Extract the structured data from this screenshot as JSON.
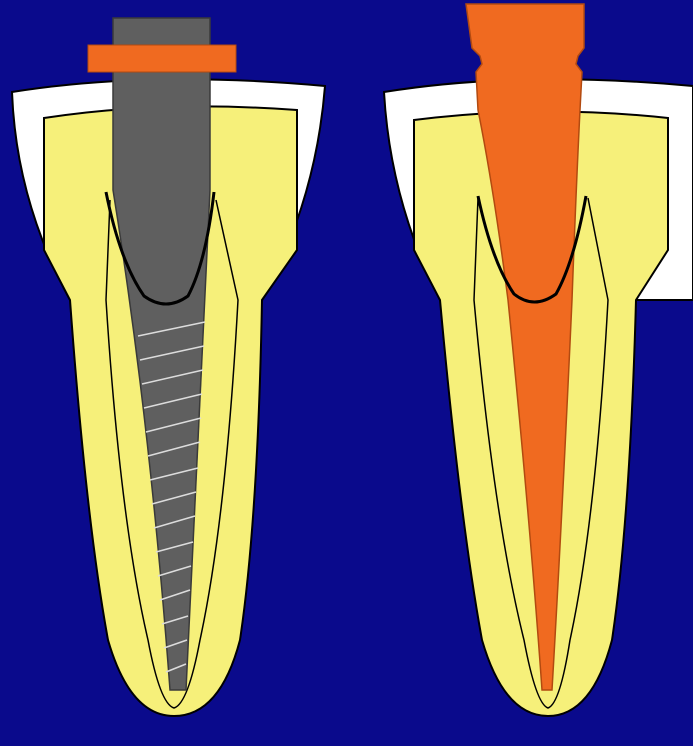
{
  "colors": {
    "background": "#0a0a8c",
    "white_frame": "#ffffff",
    "root_yellow": "#f6f07a",
    "outline": "#000000",
    "post_gray": "#5f5f5f",
    "orange": "#f06a20",
    "thread_line": "#dcdcdc"
  },
  "figures": [
    {
      "name": "tooth-with-threaded-post",
      "post": "screw-post",
      "fill": "gray"
    },
    {
      "name": "tooth-with-tapered-post",
      "post": "tapered-post",
      "fill": "orange"
    }
  ]
}
